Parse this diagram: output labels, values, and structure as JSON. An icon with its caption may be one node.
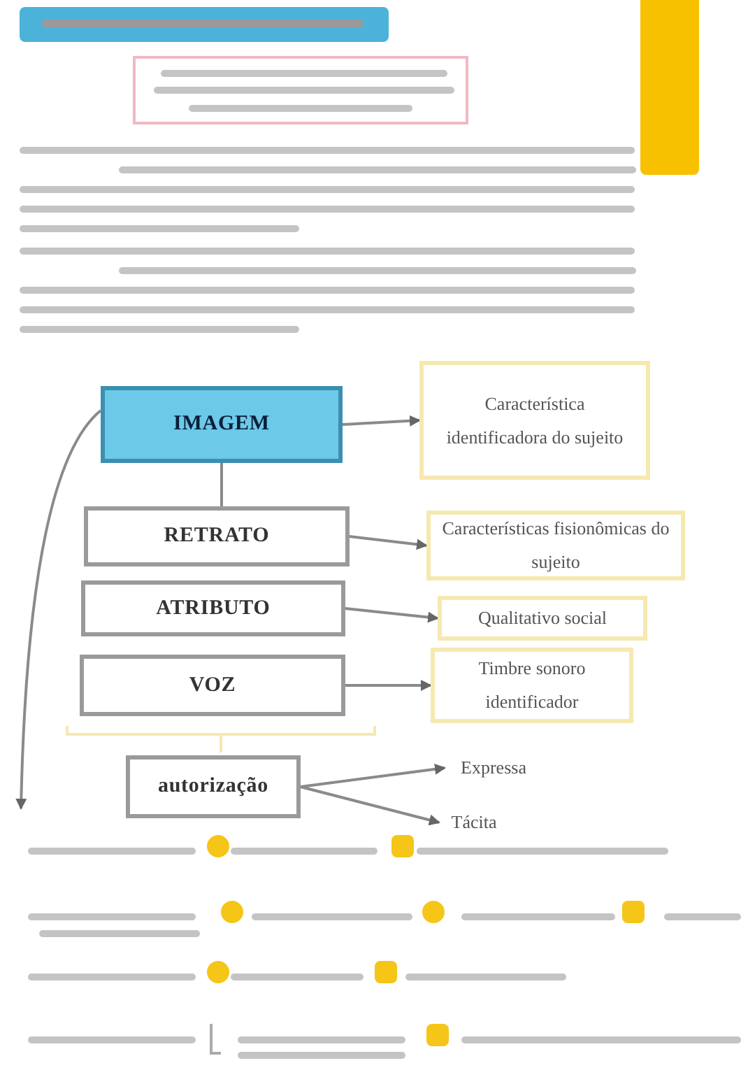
{
  "diagram": {
    "nodes": [
      {
        "text": [
          "IMAGEM"
        ]
      },
      {
        "text": [
          "Característica identificadora do sujeito"
        ]
      },
      {
        "text": [
          "RETRATO"
        ]
      },
      {
        "text": [
          "Características fisionômicas do sujeito"
        ]
      },
      {
        "text": [
          "ATRIBUTO"
        ]
      },
      {
        "text": [
          "Qualitativo social"
        ]
      },
      {
        "text": [
          "VOZ"
        ]
      },
      {
        "text": [
          "Timbre sonoro identificador"
        ]
      },
      {
        "text": [
          "autorização"
        ]
      },
      {
        "text": [
          "Expressa"
        ]
      },
      {
        "text": [
          "Tácita"
        ]
      },
      {
        "text": [],
        "shape": "bar"
      }
    ],
    "edges": [
      {
        "from": 0,
        "to": 1,
        "arrow": "to"
      },
      {
        "from": 0,
        "to": 2,
        "arrow": "none"
      },
      {
        "from": 2,
        "to": 3,
        "arrow": "to"
      },
      {
        "from": 4,
        "to": 5,
        "arrow": "to"
      },
      {
        "from": 6,
        "to": 7,
        "arrow": "to"
      },
      {
        "from": 8,
        "to": 9,
        "arrow": "to"
      },
      {
        "from": 8,
        "to": 10,
        "arrow": "to"
      },
      {
        "from": 0,
        "to": null,
        "arrow": "to"
      }
    ]
  }
}
